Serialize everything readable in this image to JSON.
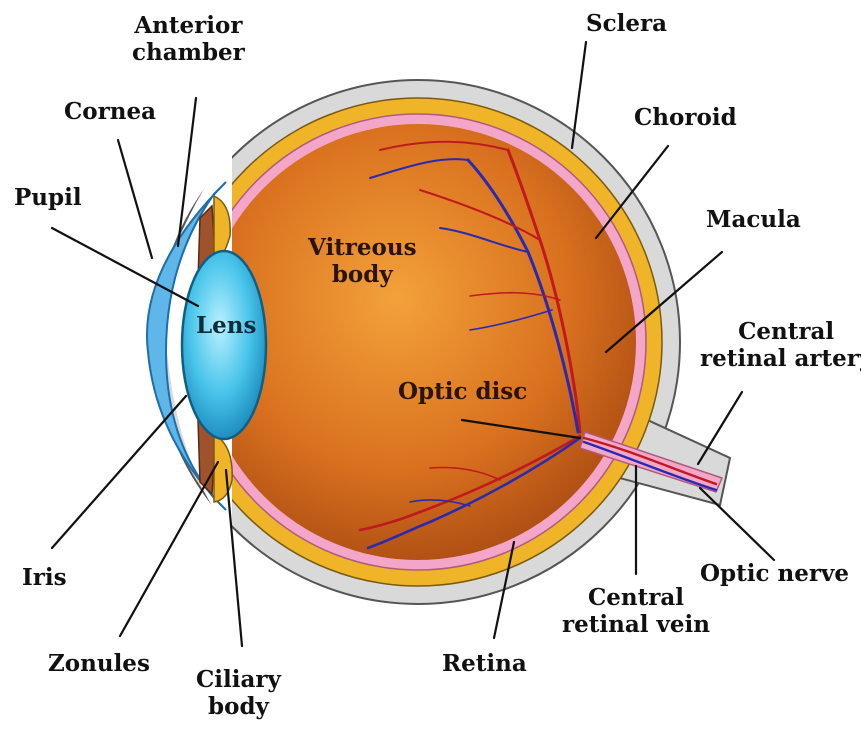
{
  "labels": {
    "anterior_chamber": [
      "Anterior",
      "chamber"
    ],
    "sclera": "Sclera",
    "cornea": "Cornea",
    "choroid": "Choroid",
    "pupil": "Pupil",
    "macula": "Macula",
    "vitreous_body": [
      "Vitreous",
      "body"
    ],
    "lens": "Lens",
    "central_retinal_artery": [
      "Central",
      "retinal artery"
    ],
    "optic_disc": "Optic disc",
    "iris": "Iris",
    "optic_nerve": "Optic nerve",
    "central_retinal_vein": [
      "Central",
      "retinal vein"
    ],
    "zonules": "Zonules",
    "ciliary_body": [
      "Ciliary",
      "body"
    ],
    "retina": "Retina"
  },
  "colors": {
    "sclera": "#d9d9d9",
    "choroid": "#f0b429",
    "retina": "#f4a6c8",
    "vitreous": "#d9711f",
    "cornea": "#5fb6e8",
    "lens": "#48c4ea",
    "iris": "#a0522d",
    "artery": "#c0191f",
    "vein": "#2a2ab0"
  }
}
